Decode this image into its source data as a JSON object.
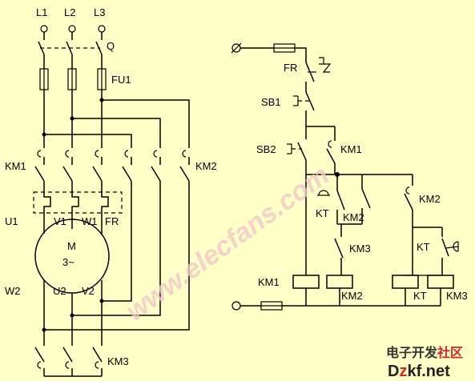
{
  "labels": {
    "l1": "L1",
    "l2": "L2",
    "l3": "L3",
    "q": "Q",
    "fu1": "FU1",
    "km1_main": "KM1",
    "km2_main": "KM2",
    "km3_main": "KM3",
    "u1": "U1",
    "v1": "V1",
    "w1": "W1",
    "fr_main": "FR",
    "motor_m": "M",
    "motor_phase": "3~",
    "w2": "W2",
    "u2": "U2",
    "v2": "V2",
    "fr_ctrl": "FR",
    "sb1": "SB1",
    "sb2": "SB2",
    "km1_aux": "KM1",
    "km2_aux_top": "KM2",
    "kt_nc": "KT",
    "km2_nc": "KM2",
    "km3_nc": "KM3",
    "kt_timer": "KT",
    "km1_coil": "KM1",
    "km2_coil": "KM2",
    "kt_coil": "KT",
    "km3_coil": "KM3"
  },
  "watermark": "www.elecfans.com",
  "site_logo": {
    "line1_main": "电子开发",
    "line1_accent": "社区",
    "line2_main": "D",
    "line2_accent": "z",
    "line2_rest": "kf.net"
  },
  "colors": {
    "background": "#ffffc8",
    "line": "#000000",
    "watermark": "#f2c8c8",
    "logo_accent": "#dd2222"
  }
}
